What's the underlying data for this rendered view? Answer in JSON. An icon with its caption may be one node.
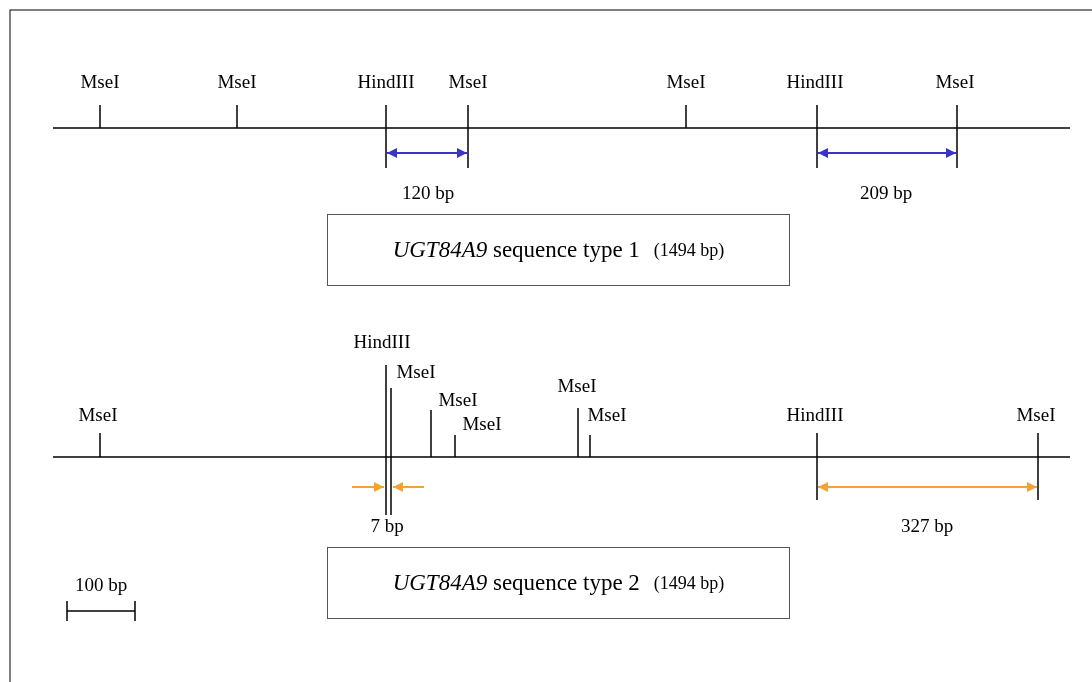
{
  "diagram": {
    "nodes": [
      {
        "text": [
          "*UGT84A9* sequence type 1",
          "(1494 bp)"
        ]
      },
      {
        "text": [
          "*UGT84A9* sequence type 2",
          "(1494 bp)"
        ]
      }
    ],
    "edges": [],
    "labels": [
      "MseI",
      "MseI",
      "HindIII",
      "MseI",
      "MseI",
      "HindIII",
      "MseI",
      "120 bp",
      "209 bp",
      "HindIII",
      "MseI",
      "MseI",
      "MseI",
      "MseI",
      "MseI",
      "MseI",
      "HindIII",
      "MseI",
      "7 bp",
      "327 bp",
      "100 bp"
    ]
  }
}
